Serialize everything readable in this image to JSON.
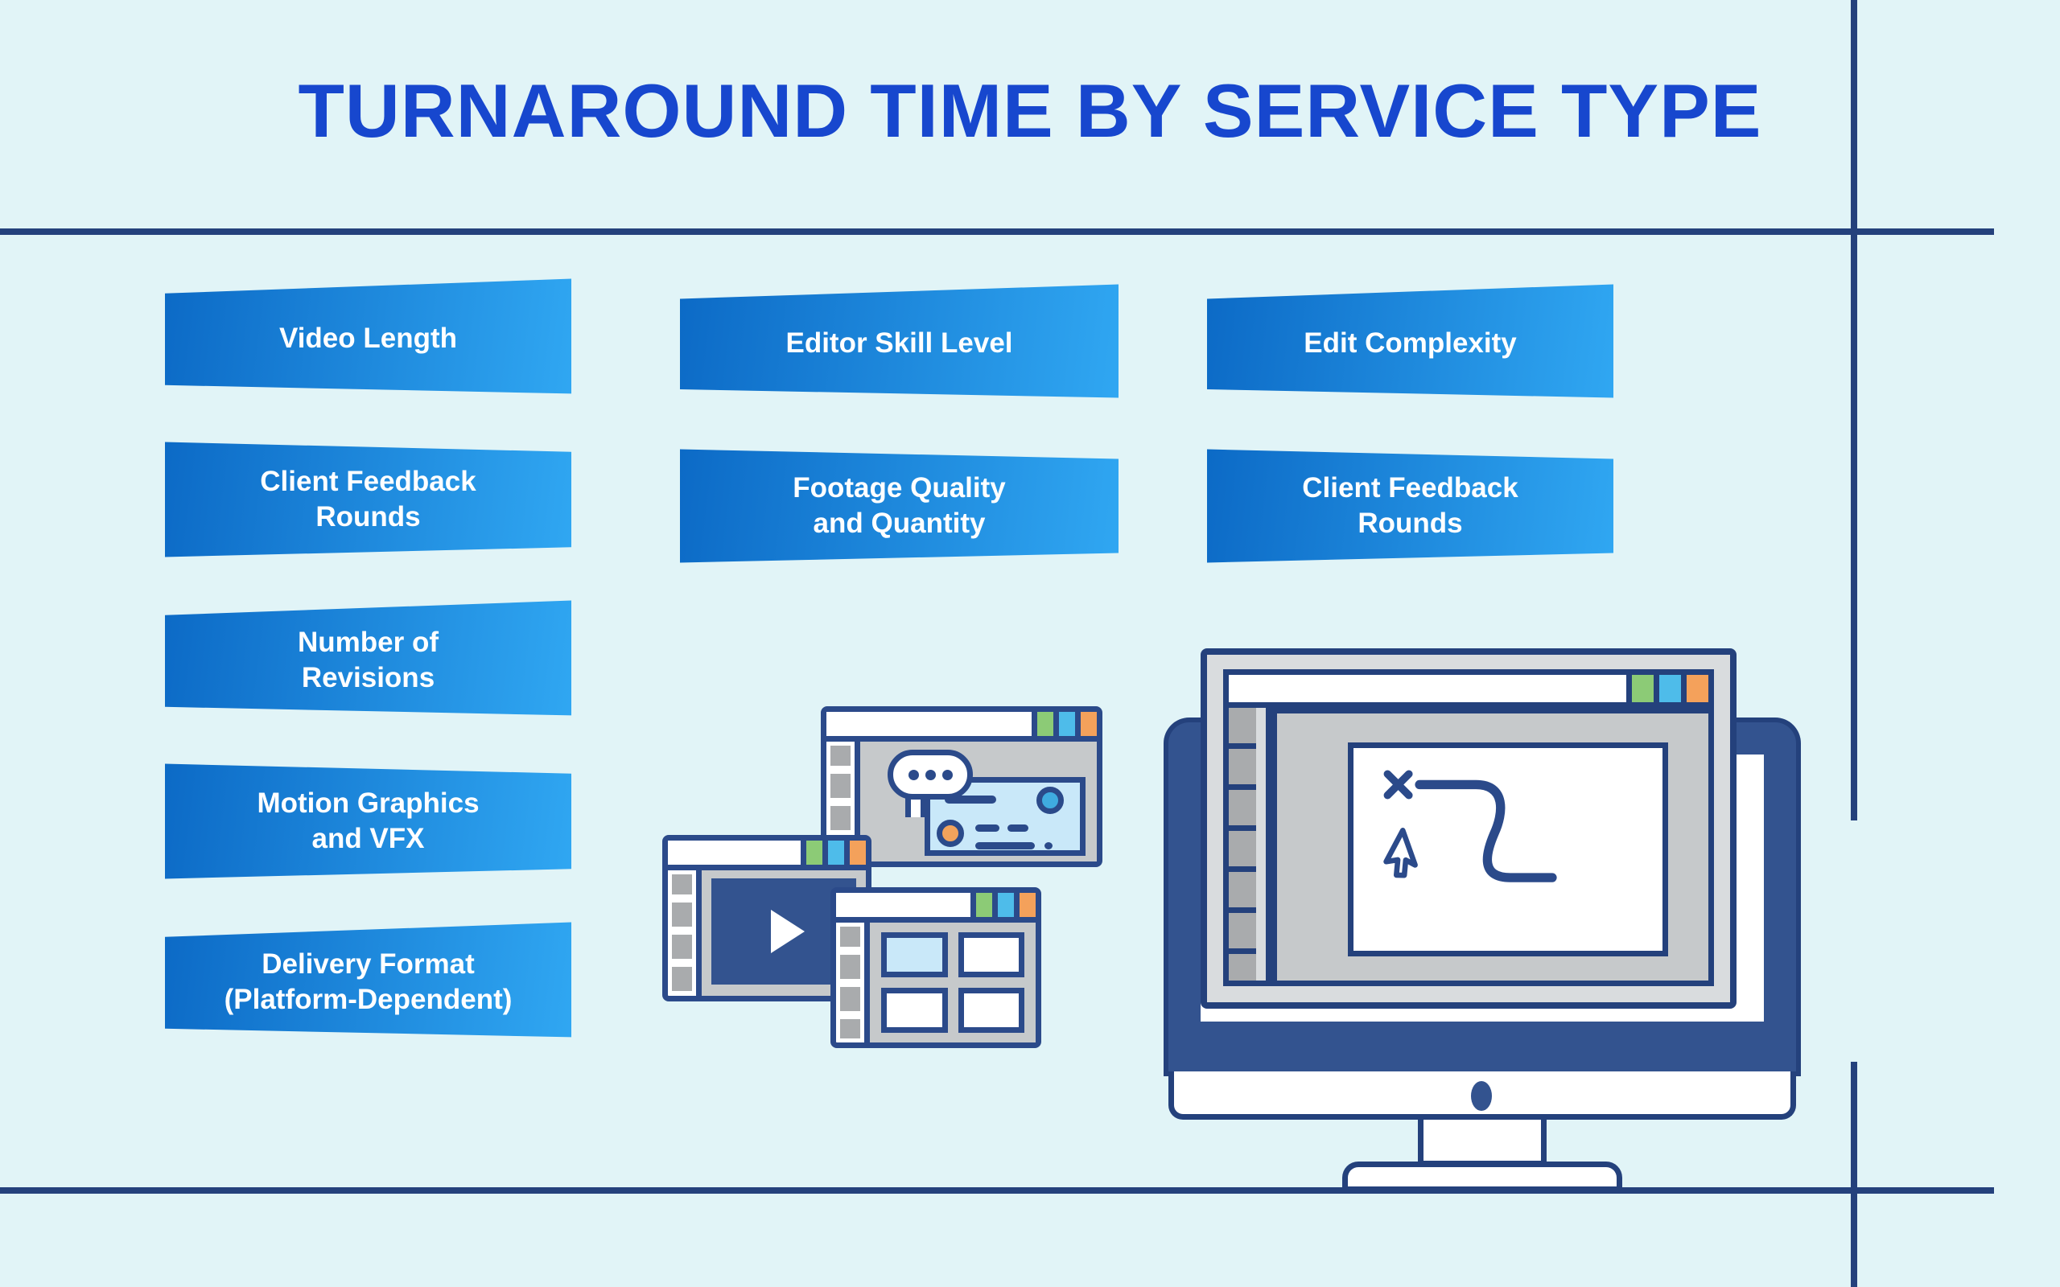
{
  "page": {
    "title": "TURNAROUND TIME BY SERVICE TYPE"
  },
  "factors": {
    "column_1": [
      {
        "label": "Video Length"
      },
      {
        "label": "Client Feedback\nRounds"
      },
      {
        "label": "Number of\nRevisions"
      },
      {
        "label": "Motion Graphics\nand VFX"
      },
      {
        "label": "Delivery Format\n(Platform-Dependent)"
      }
    ],
    "column_2": [
      {
        "label": "Editor Skill Level"
      },
      {
        "label": "Footage Quality\nand Quantity"
      }
    ],
    "column_3": [
      {
        "label": "Edit Complexity"
      },
      {
        "label": "Client Feedback\nRounds"
      }
    ]
  },
  "colors": {
    "background": "#E1F4F7",
    "title_text": "#1747CE",
    "rule_lines": "#24417C",
    "factor_gradient_start": "#0C6AC6",
    "factor_gradient_end": "#30A7F2",
    "factor_text": "#FFFFFF",
    "illustration_outline_navy": "#2B4A8A",
    "illustration_fill_navy": "#33538F",
    "window_chrome_gray": "#D9DCDE",
    "window_content_gray": "#C6C9CB",
    "filmstrip_gray": "#A9ABAD",
    "card_light_blue": "#C9E8F9",
    "window_button_green": "#8CCB76",
    "window_button_blue": "#4EBCEA",
    "window_button_orange": "#F4A15B"
  },
  "illustration": {
    "windows": [
      "comment-review-window",
      "video-player-window",
      "media-grid-window"
    ],
    "monitor": "desktop-monitor-with-design-app",
    "design_canvas_marks": [
      "x-mark",
      "pen-curve",
      "cursor-arrow"
    ]
  }
}
